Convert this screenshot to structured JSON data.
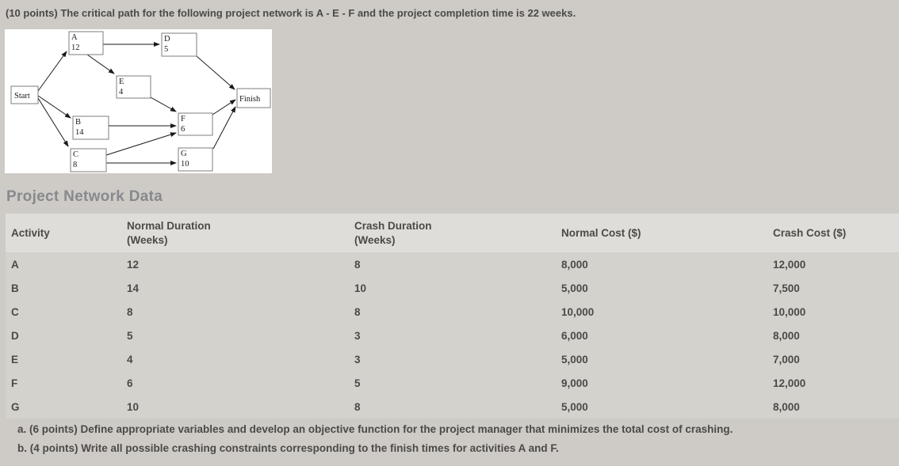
{
  "question": {
    "text": "(10 points) The critical path for the following project network is A - E - F and the project completion time is 22 weeks."
  },
  "diagram": {
    "name": "project-network-diagram",
    "nodes": [
      {
        "id": "Start",
        "label": "Start"
      },
      {
        "id": "A",
        "duration": "12"
      },
      {
        "id": "D",
        "duration": "5"
      },
      {
        "id": "E",
        "duration": "4"
      },
      {
        "id": "B",
        "duration": "14"
      },
      {
        "id": "F",
        "duration": "6"
      },
      {
        "id": "C",
        "duration": "8"
      },
      {
        "id": "G",
        "duration": "10"
      },
      {
        "id": "Finish",
        "label": "Finish"
      }
    ],
    "edges": [
      "Start-A",
      "Start-B",
      "Start-C",
      "A-D",
      "A-E",
      "D-Finish",
      "E-F",
      "B-F",
      "C-F",
      "C-G",
      "F-Finish",
      "G-Finish"
    ]
  },
  "section": {
    "title": "Project Network Data"
  },
  "table": {
    "headers": {
      "activity": "Activity",
      "normal_duration": "Normal Duration (Weeks)",
      "crash_duration": "Crash Duration (Weeks)",
      "normal_cost": "Normal Cost ($)",
      "crash_cost": "Crash Cost ($)"
    },
    "rows": [
      {
        "activity": "A",
        "normal_duration": "12",
        "crash_duration": "8",
        "normal_cost": "8,000",
        "crash_cost": "12,000"
      },
      {
        "activity": "B",
        "normal_duration": "14",
        "crash_duration": "10",
        "normal_cost": "5,000",
        "crash_cost": "7,500"
      },
      {
        "activity": "C",
        "normal_duration": "8",
        "crash_duration": "8",
        "normal_cost": "10,000",
        "crash_cost": "10,000"
      },
      {
        "activity": "D",
        "normal_duration": "5",
        "crash_duration": "3",
        "normal_cost": "6,000",
        "crash_cost": "8,000"
      },
      {
        "activity": "E",
        "normal_duration": "4",
        "crash_duration": "3",
        "normal_cost": "5,000",
        "crash_cost": "7,000"
      },
      {
        "activity": "F",
        "normal_duration": "6",
        "crash_duration": "5",
        "normal_cost": "9,000",
        "crash_cost": "12,000"
      },
      {
        "activity": "G",
        "normal_duration": "10",
        "crash_duration": "8",
        "normal_cost": "5,000",
        "crash_cost": "8,000"
      }
    ]
  },
  "subquestions": [
    {
      "text": "a. (6 points) Define appropriate variables and develop an objective function for the project manager that minimizes the total cost of crashing."
    },
    {
      "text": "b. (4 points) Write all possible crashing constraints corresponding to the finish times for activities A and F."
    }
  ]
}
